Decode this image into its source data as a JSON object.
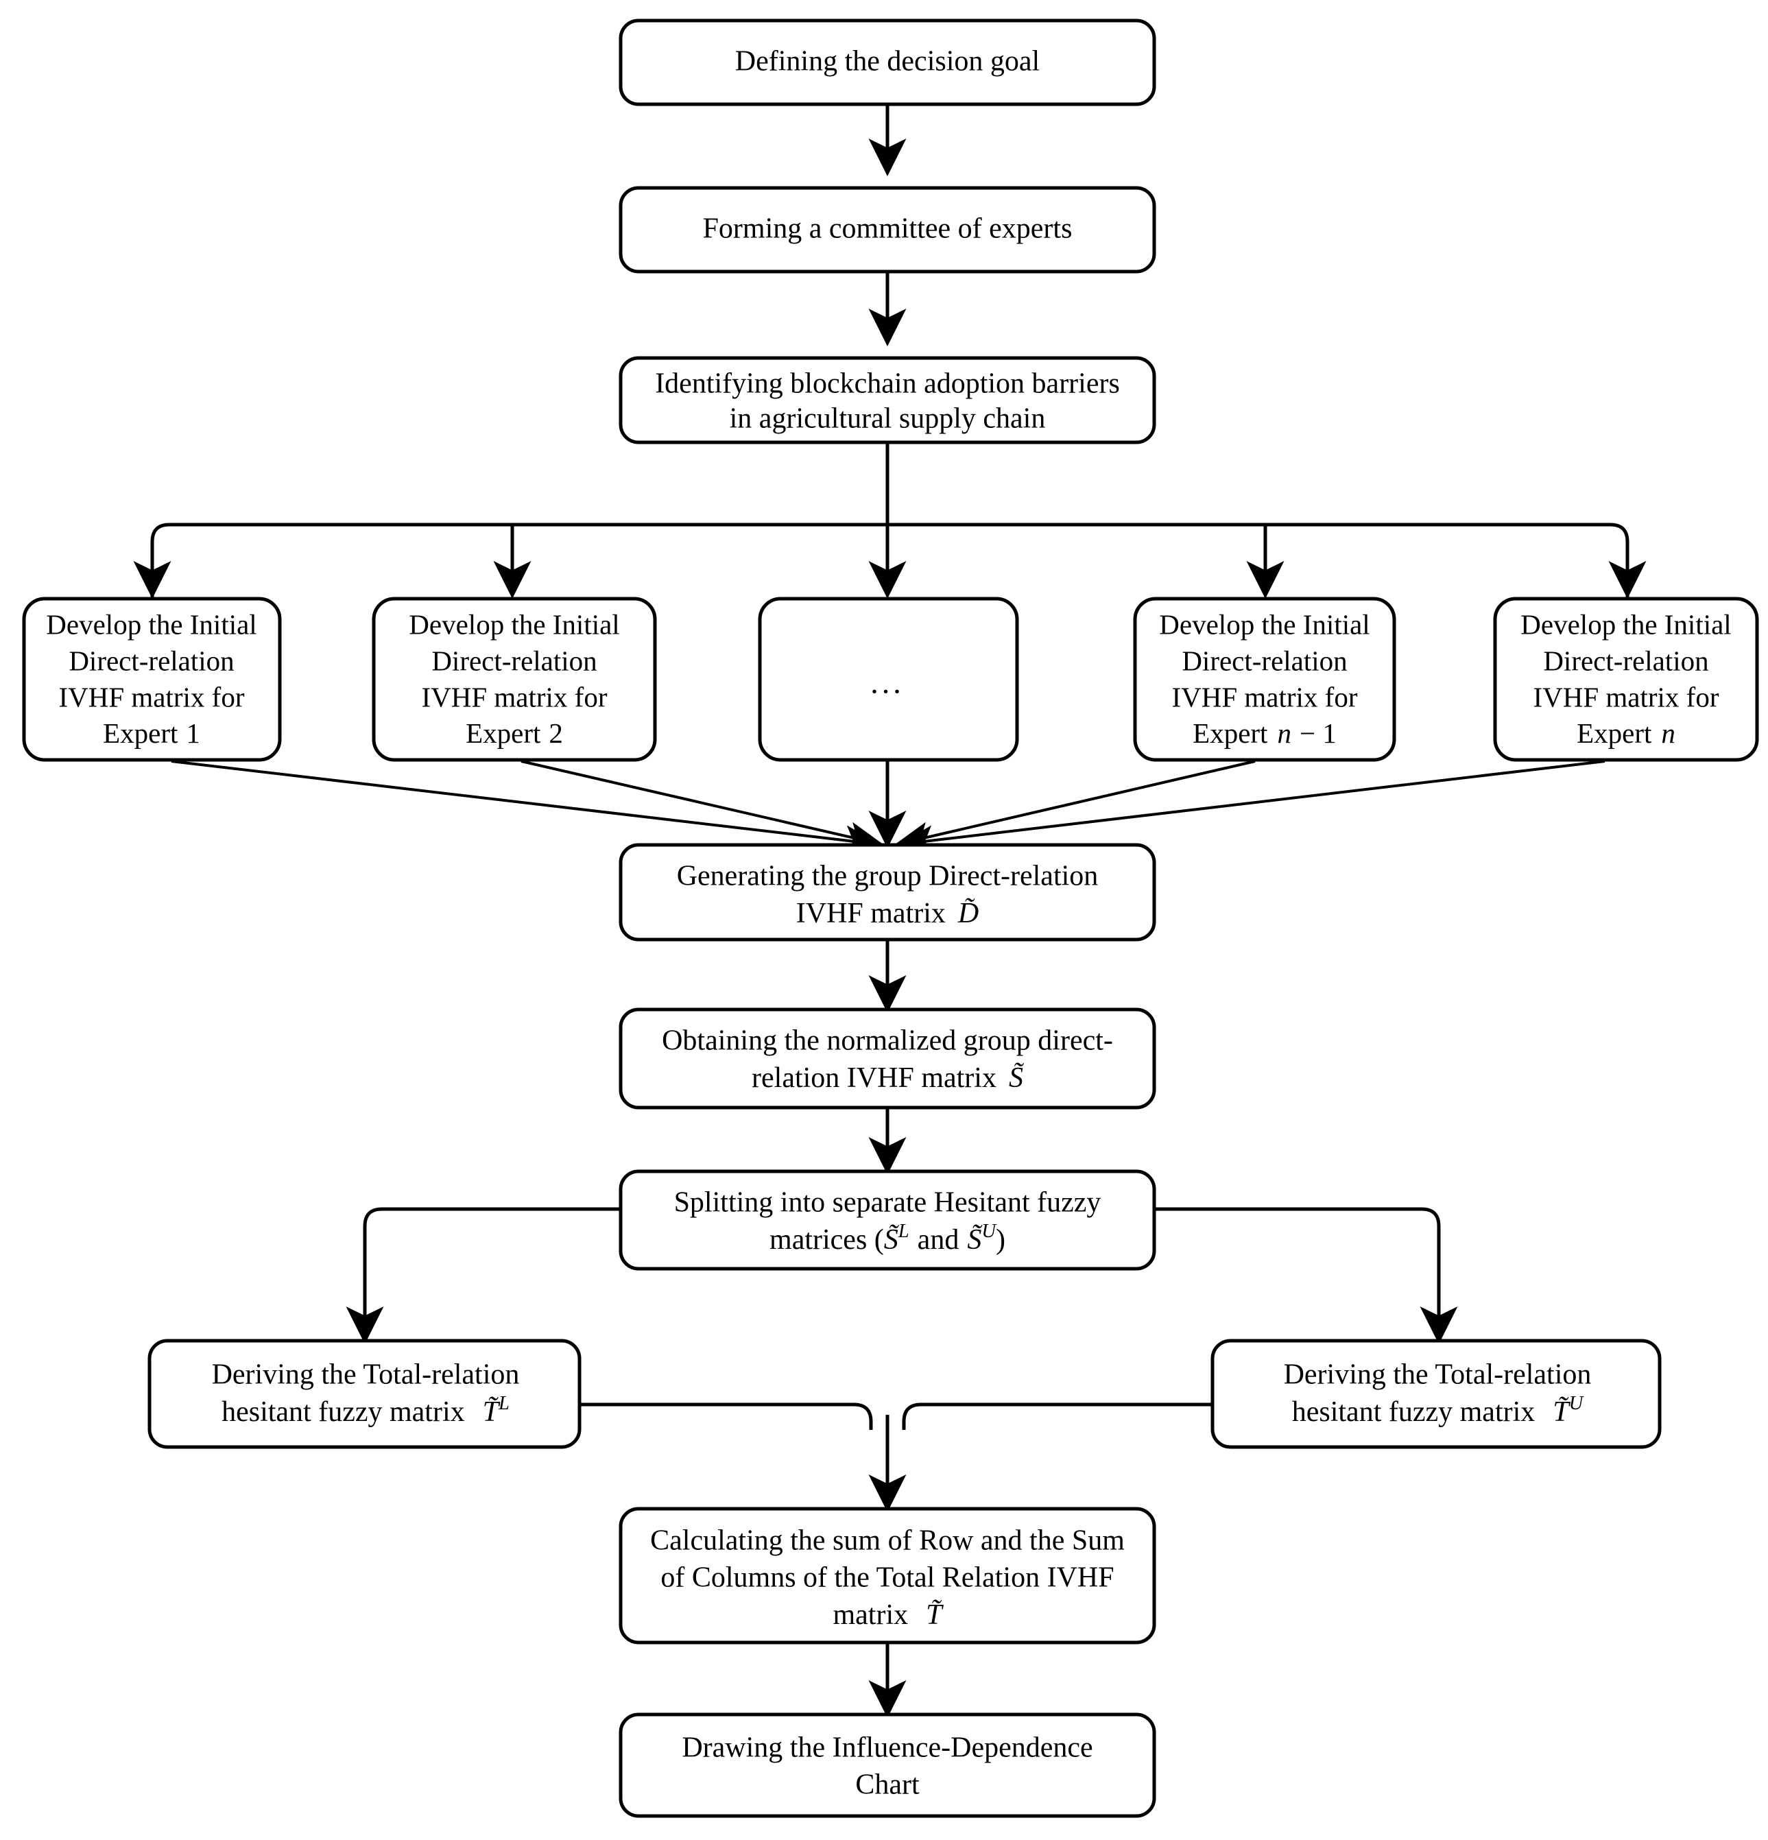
{
  "diagram": {
    "title": "Proposed IVHF-DEMATEL methodology flowchart",
    "type": "flowchart",
    "orientation": "top-to-bottom",
    "colors": {
      "stroke": "#000000",
      "fill": "#ffffff",
      "text": "#000000"
    },
    "nodes": [
      {
        "id": "goal",
        "shape": "rounded-rectangle",
        "lines": [
          "Defining the decision goal"
        ]
      },
      {
        "id": "committee",
        "shape": "rounded-rectangle",
        "lines": [
          "Forming a committee of experts"
        ]
      },
      {
        "id": "barriers",
        "shape": "rounded-rectangle",
        "lines": [
          "Identifying blockchain adoption barriers",
          "in agricultural supply chain"
        ]
      },
      {
        "id": "expert-1",
        "shape": "rounded-rectangle",
        "lines": [
          "Develop the Initial",
          "Direct-relation",
          "IVHF matrix for",
          "Expert 1"
        ],
        "expert_label": "Expert 1",
        "expert_index": "1"
      },
      {
        "id": "expert-2",
        "shape": "rounded-rectangle",
        "lines": [
          "Develop the Initial",
          "Direct-relation",
          "IVHF matrix for",
          "Expert 2"
        ],
        "expert_label": "Expert 2",
        "expert_index": "2"
      },
      {
        "id": "expert-ellipsis",
        "shape": "rounded-rectangle",
        "lines": [
          "..."
        ],
        "ellipsis": "..."
      },
      {
        "id": "expert-n-minus-1",
        "shape": "rounded-rectangle",
        "lines": [
          "Develop the Initial",
          "Direct-relation",
          "IVHF matrix for",
          "Expert n − 1"
        ],
        "expert_label": "Expert n − 1",
        "expert_index": "n − 1"
      },
      {
        "id": "expert-n",
        "shape": "rounded-rectangle",
        "lines": [
          "Develop the Initial",
          "Direct-relation",
          "IVHF matrix for",
          "Expert n"
        ],
        "expert_label": "Expert n",
        "expert_index": "n"
      },
      {
        "id": "group-direct",
        "shape": "rounded-rectangle",
        "lines": [
          "Generating the group Direct-relation",
          "IVHF matrix D̃"
        ],
        "symbol": "D̃"
      },
      {
        "id": "normalized",
        "shape": "rounded-rectangle",
        "lines": [
          "Obtaining the normalized group direct-",
          "relation IVHF matrix S̃"
        ],
        "symbol": "S̃"
      },
      {
        "id": "splitting",
        "shape": "rounded-rectangle",
        "lines": [
          "Splitting into separate Hesitant fuzzy",
          "matrices (S̃ᴸ and S̃ᵁ)"
        ],
        "symbols": [
          "S̃L",
          "S̃U"
        ]
      },
      {
        "id": "total-lower",
        "shape": "rounded-rectangle",
        "lines": [
          "Deriving the Total-relation",
          "hesitant fuzzy matrix  T̃ᴸ"
        ],
        "symbol": "T̃L"
      },
      {
        "id": "total-upper",
        "shape": "rounded-rectangle",
        "lines": [
          "Deriving the Total-relation",
          "hesitant fuzzy matrix  T̃ᵁ"
        ],
        "symbol": "T̃U"
      },
      {
        "id": "sums",
        "shape": "rounded-rectangle",
        "lines": [
          "Calculating the sum of Row and the Sum",
          "of Columns of the Total Relation IVHF",
          "matrix  T̃"
        ],
        "symbol": "T̃"
      },
      {
        "id": "chart",
        "shape": "rounded-rectangle",
        "lines": [
          "Drawing the Influence-Dependence",
          "Chart"
        ]
      }
    ],
    "edges": [
      {
        "from": "goal",
        "to": "committee",
        "style": "arrow"
      },
      {
        "from": "committee",
        "to": "barriers",
        "style": "arrow"
      },
      {
        "from": "barriers",
        "to": "expert-1",
        "style": "bus-fanout-arrow"
      },
      {
        "from": "barriers",
        "to": "expert-2",
        "style": "bus-fanout-arrow"
      },
      {
        "from": "barriers",
        "to": "expert-ellipsis",
        "style": "bus-fanout-arrow"
      },
      {
        "from": "barriers",
        "to": "expert-n-minus-1",
        "style": "bus-fanout-arrow"
      },
      {
        "from": "barriers",
        "to": "expert-n",
        "style": "bus-fanout-arrow"
      },
      {
        "from": "expert-1",
        "to": "group-direct",
        "style": "diagonal-arrow"
      },
      {
        "from": "expert-2",
        "to": "group-direct",
        "style": "diagonal-arrow"
      },
      {
        "from": "expert-ellipsis",
        "to": "group-direct",
        "style": "arrow"
      },
      {
        "from": "expert-n-minus-1",
        "to": "group-direct",
        "style": "diagonal-arrow"
      },
      {
        "from": "expert-n",
        "to": "group-direct",
        "style": "diagonal-arrow"
      },
      {
        "from": "group-direct",
        "to": "normalized",
        "style": "arrow"
      },
      {
        "from": "normalized",
        "to": "splitting",
        "style": "arrow"
      },
      {
        "from": "splitting",
        "to": "total-lower",
        "style": "elbow-arrow-left"
      },
      {
        "from": "splitting",
        "to": "total-upper",
        "style": "elbow-arrow-right"
      },
      {
        "from": "total-lower",
        "to": "sums",
        "style": "merge-arrow"
      },
      {
        "from": "total-upper",
        "to": "sums",
        "style": "merge-arrow"
      },
      {
        "from": "sums",
        "to": "chart",
        "style": "arrow"
      }
    ]
  },
  "text": {
    "goal": "Defining the decision goal",
    "committee": "Forming a committee of experts",
    "barriers_l1": "Identifying blockchain adoption barriers",
    "barriers_l2": "in agricultural supply chain",
    "develop_l1": "Develop the Initial",
    "develop_l2": "Direct-relation",
    "develop_l3": "IVHF matrix for",
    "expert_word": "Expert",
    "expert_1": "1",
    "expert_2": "2",
    "expert_n_minus_1_a": "n",
    "expert_n_minus_1_b": "− 1",
    "expert_n": "n",
    "ellipsis": "...",
    "group_l1": "Generating the group Direct-relation",
    "group_l2_pre": "IVHF matrix",
    "group_l2_sym": "D̃",
    "normalized_l1": "Obtaining the normalized group direct-",
    "normalized_l2_pre": "relation IVHF matrix",
    "normalized_l2_sym": "S̃",
    "splitting_l1": "Splitting into separate Hesitant fuzzy",
    "splitting_l2_pre": "matrices (",
    "splitting_l2_symL": "S̃",
    "splitting_l2_supL": "L",
    "splitting_l2_mid": "and",
    "splitting_l2_symU": "S̃",
    "splitting_l2_supU": "U",
    "splitting_l2_post": ")",
    "deriving_l1": "Deriving the Total-relation",
    "deriving_l2_pre": "hesitant fuzzy matrix",
    "deriving_sym": "T̃",
    "deriving_supL": "L",
    "deriving_supU": "U",
    "sums_l1": "Calculating the sum of Row and the Sum",
    "sums_l2": "of Columns of the Total Relation IVHF",
    "sums_l3_pre": "matrix",
    "sums_l3_sym": "T̃",
    "chart_l1": "Drawing the Influence-Dependence",
    "chart_l2": "Chart"
  }
}
